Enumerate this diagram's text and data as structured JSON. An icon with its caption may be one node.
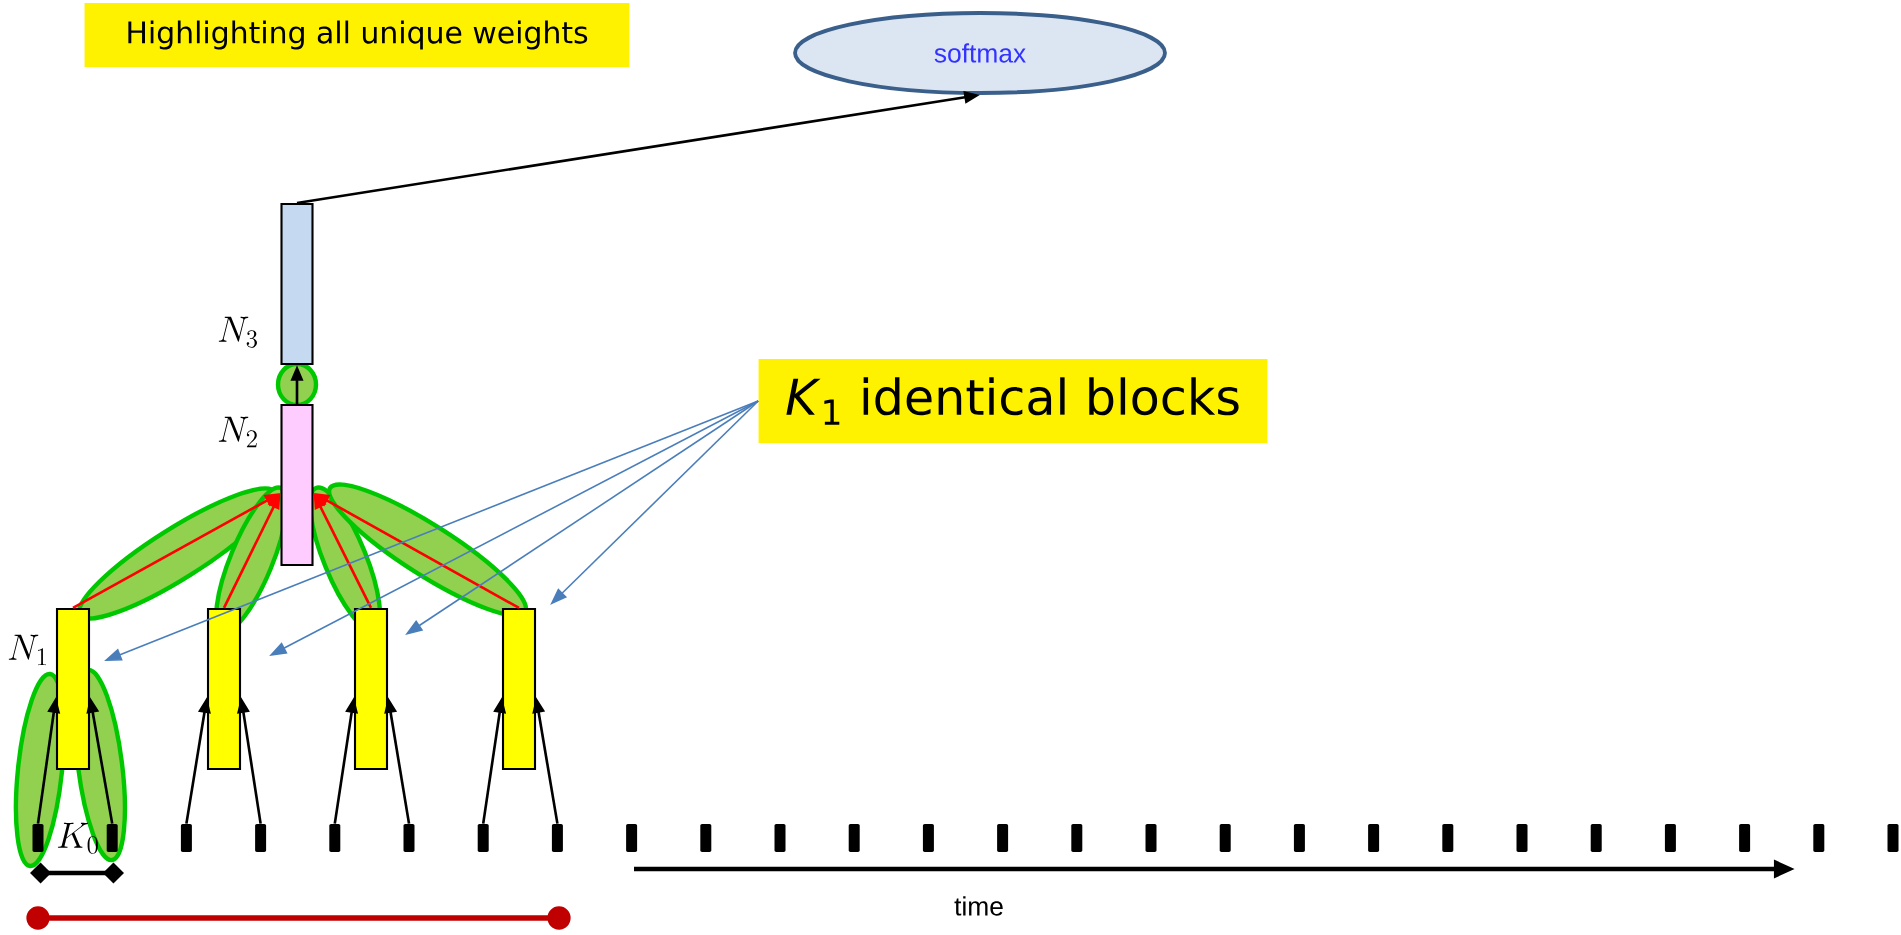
{
  "diagram": {
    "nodes": [
      {
        "text": [
          "Highlighting all unique weights"
        ]
      },
      {
        "text": [
          "softmax"
        ]
      },
      {
        "text": [],
        "shape": "box",
        "beside": [
          "N_3"
        ]
      },
      {
        "text": [],
        "shape": "box",
        "beside": [
          "N_2"
        ]
      },
      {
        "text": [],
        "shape": "box",
        "beside": [
          "N_1"
        ]
      },
      {
        "text": [],
        "shape": "box"
      },
      {
        "text": [],
        "shape": "box"
      },
      {
        "text": [],
        "shape": "box"
      },
      {
        "text": [],
        "shape": "bar"
      },
      {
        "text": [],
        "shape": "bar"
      },
      {
        "text": [],
        "shape": "bar"
      },
      {
        "text": [],
        "shape": "bar"
      },
      {
        "text": [],
        "shape": "bar"
      },
      {
        "text": [],
        "shape": "bar"
      },
      {
        "text": [],
        "shape": "bar"
      },
      {
        "text": [],
        "shape": "bar"
      },
      {
        "text": [],
        "shape": "bar"
      },
      {
        "text": [],
        "shape": "bar"
      },
      {
        "text": [],
        "shape": "bar"
      },
      {
        "text": [],
        "shape": "bar"
      },
      {
        "text": [],
        "shape": "bar"
      },
      {
        "text": [],
        "shape": "bar"
      },
      {
        "text": [],
        "shape": "bar"
      },
      {
        "text": [],
        "shape": "bar"
      },
      {
        "text": [],
        "shape": "bar"
      },
      {
        "text": [],
        "shape": "bar"
      },
      {
        "text": [],
        "shape": "bar"
      },
      {
        "text": [],
        "shape": "bar"
      },
      {
        "text": [],
        "shape": "bar"
      },
      {
        "text": [],
        "shape": "bar"
      },
      {
        "text": [],
        "shape": "bar"
      },
      {
        "text": [],
        "shape": "bar"
      },
      {
        "text": [],
        "shape": "bar"
      },
      {
        "text": [],
        "shape": "bar"
      },
      {
        "text": [
          "*K*$_{1}$ identical blocks"
        ]
      }
    ],
    "edges": [
      {
        "from": 2,
        "to": 1,
        "arrow": "to"
      },
      {
        "from": 3,
        "to": 2,
        "arrow": "to"
      },
      {
        "from": 4,
        "to": 3,
        "arrow": "to",
        "color": "#ff0000"
      },
      {
        "from": 5,
        "to": 3,
        "arrow": "to",
        "color": "#ff0000"
      },
      {
        "from": 6,
        "to": 3,
        "arrow": "to",
        "color": "#ff0000"
      },
      {
        "from": 7,
        "to": 3,
        "arrow": "to",
        "color": "#ff0000"
      },
      {
        "from": 8,
        "to": 4,
        "arrow": "to"
      },
      {
        "from": 9,
        "to": 4,
        "arrow": "to"
      },
      {
        "from": 10,
        "to": 5,
        "arrow": "to"
      },
      {
        "from": 11,
        "to": 5,
        "arrow": "to"
      },
      {
        "from": 12,
        "to": 6,
        "arrow": "to"
      },
      {
        "from": 13,
        "to": 6,
        "arrow": "to"
      },
      {
        "from": 14,
        "to": 7,
        "arrow": "to"
      },
      {
        "from": 15,
        "to": 7,
        "arrow": "to"
      },
      {
        "from": 34,
        "to": 4,
        "arrow": "to",
        "color": "#4a7ebb"
      },
      {
        "from": 34,
        "to": 5,
        "arrow": "to",
        "color": "#4a7ebb"
      },
      {
        "from": 34,
        "to": 6,
        "arrow": "to",
        "color": "#4a7ebb"
      },
      {
        "from": 34,
        "to": 7,
        "arrow": "to",
        "color": "#4a7ebb"
      }
    ],
    "labels": [
      "K_0",
      "time"
    ]
  }
}
